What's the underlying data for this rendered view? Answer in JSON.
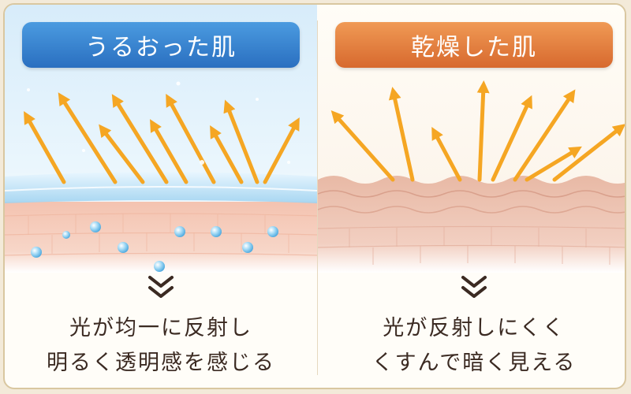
{
  "left": {
    "title": "うるおった肌",
    "caption_line1": "光が均一に反射し",
    "caption_line2": "明るく透明感を感じる"
  },
  "right": {
    "title": "乾燥した肌",
    "caption_line1": "光が反射しにくく",
    "caption_line2": "くすんで暗く見える"
  },
  "colors": {
    "moist_header": "#2f7ac8",
    "dry_header": "#e07a3a",
    "arrow": "#f5a623",
    "text": "#3b2a22"
  },
  "icons": [
    "double-chevron-down-icon"
  ]
}
